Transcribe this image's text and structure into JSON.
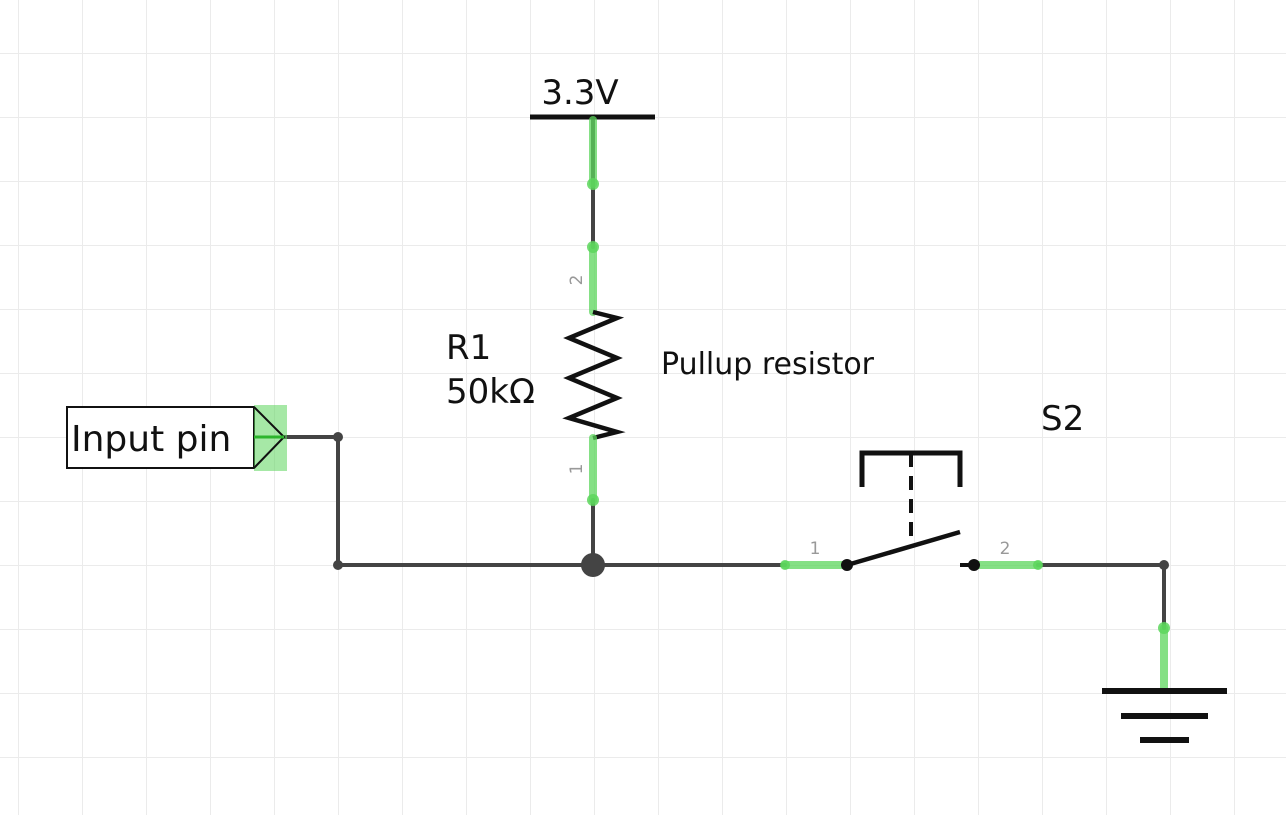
{
  "supply": {
    "label": "3.3V"
  },
  "resistor": {
    "ref": "R1",
    "value": "50kΩ",
    "pin_top": "2",
    "pin_bottom": "1"
  },
  "annotation": {
    "text": "Pullup resistor"
  },
  "switch": {
    "ref": "S2",
    "pin_left": "1",
    "pin_right": "2"
  },
  "input_port": {
    "label": "Input pin"
  },
  "colors": {
    "wire": "#444444",
    "connected_pin": "#5cd65c",
    "symbol": "#111111",
    "grid": "#ebebeb"
  }
}
